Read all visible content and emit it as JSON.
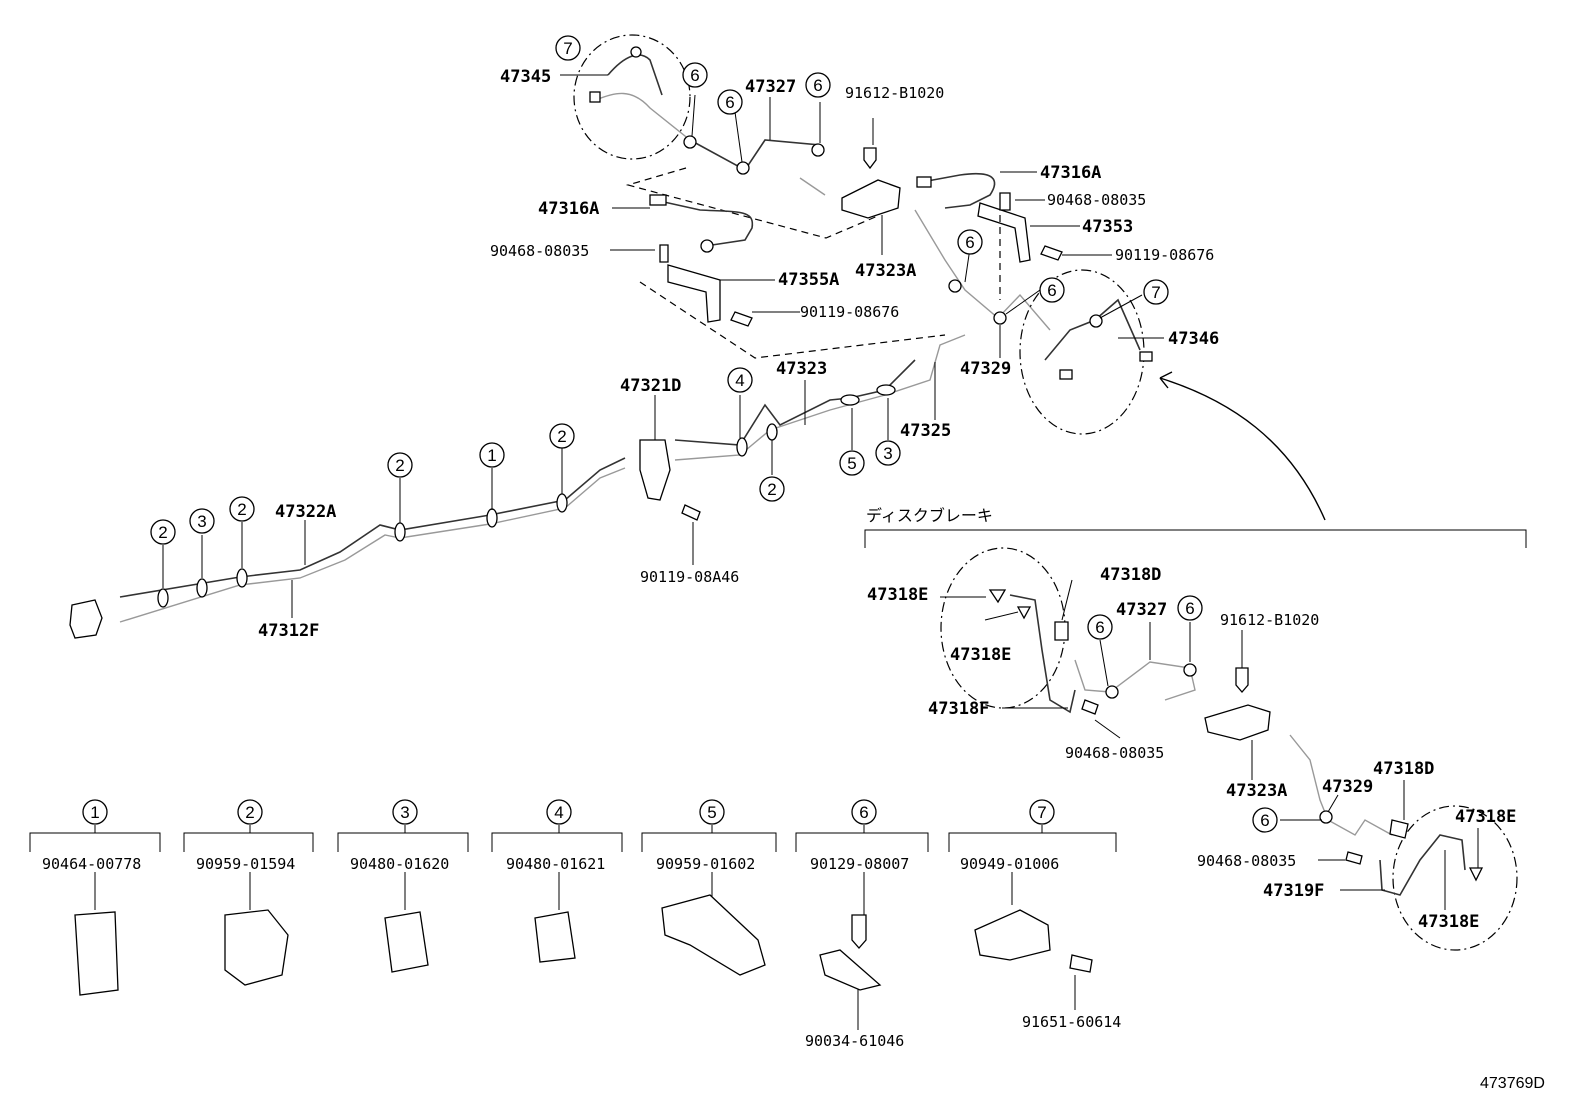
{
  "diagram": {
    "code": "473769D",
    "section_title": "ディスクブレーキ",
    "parts": {
      "p47345": "47345",
      "p47327": "47327",
      "p91612": "91612-B1020",
      "p47316A_r": "47316A",
      "p90468_r": "90468-08035",
      "p47353": "47353",
      "p90119_r": "90119-08676",
      "p47316A_l": "47316A",
      "p90468_l": "90468-08035",
      "p47355A": "47355A",
      "p47323A": "47323A",
      "p90119_m": "90119-08676",
      "p47346": "47346",
      "p47329": "47329",
      "p47323": "47323",
      "p47325": "47325",
      "p47321D": "47321D",
      "p90119_08A46": "90119-08A46",
      "p47322A": "47322A",
      "p47312F": "47312F",
      "d47318E_a": "47318E",
      "d47318D": "47318D",
      "d47327": "47327",
      "d91612": "91612-B1020",
      "d47318E_b": "47318E",
      "d47318F": "47318F",
      "d90468_a": "90468-08035",
      "d47323A": "47323A",
      "d47329": "47329",
      "d47318D_b": "47318D",
      "d47318E_c": "47318E",
      "d90468_b": "90468-08035",
      "d47319F": "47319F",
      "d47318E_d": "47318E"
    },
    "callouts": {
      "c1": "1",
      "c2": "2",
      "c3": "3",
      "c4": "4",
      "c5": "5",
      "c6": "6",
      "c7": "7"
    },
    "legend": [
      {
        "num": "1",
        "part": "90464-00778"
      },
      {
        "num": "2",
        "part": "90959-01594"
      },
      {
        "num": "3",
        "part": "90480-01620"
      },
      {
        "num": "4",
        "part": "90480-01621"
      },
      {
        "num": "5",
        "part": "90959-01602"
      },
      {
        "num": "6",
        "part": "90129-08007",
        "sub": "90034-61046"
      },
      {
        "num": "7",
        "part": "90949-01006",
        "sub": "91651-60614"
      }
    ]
  }
}
